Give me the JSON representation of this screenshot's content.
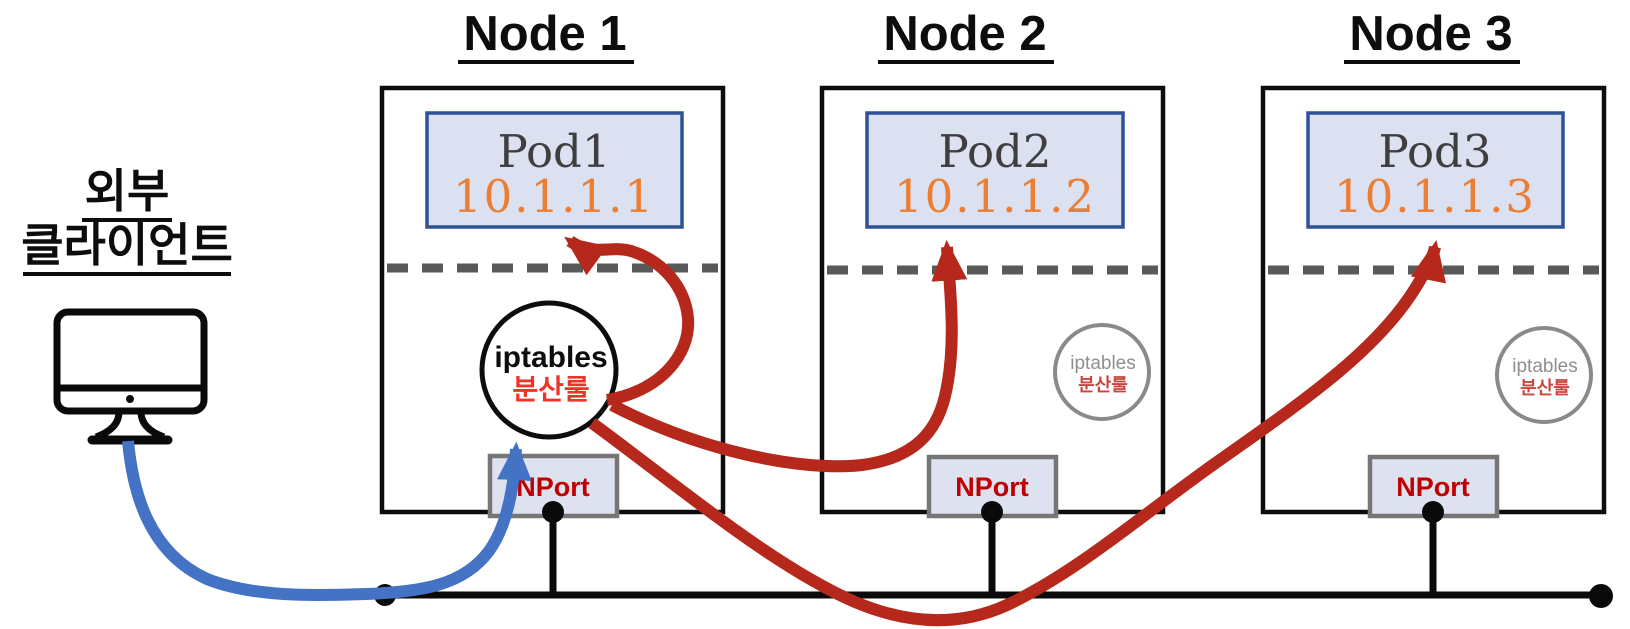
{
  "client": {
    "label_line1": "외부",
    "label_line2": "클라이언트"
  },
  "nodes": [
    {
      "title": "Node 1",
      "pod": {
        "name": "Pod1",
        "ip": "10.1.1.1"
      },
      "iptables_rule": {
        "line1": "iptables",
        "line2": "분산룰",
        "active": true
      },
      "nport_label": "NPort"
    },
    {
      "title": "Node 2",
      "pod": {
        "name": "Pod2",
        "ip": "10.1.1.2"
      },
      "iptables_rule": {
        "line1": "iptables",
        "line2": "분산룰",
        "active": false
      },
      "nport_label": "NPort"
    },
    {
      "title": "Node 3",
      "pod": {
        "name": "Pod3",
        "ip": "10.1.1.3"
      },
      "iptables_rule": {
        "line1": "iptables",
        "line2": "분산룰",
        "active": false
      },
      "nport_label": "NPort"
    }
  ],
  "colors": {
    "pod_fill": "#DBE1F1",
    "pod_border": "#2E5395",
    "pod_name_text": "#3F3F3F",
    "pod_ip_text": "#ED7D31",
    "nport_fill": "#DEE2F0",
    "nport_border": "#767676",
    "nport_text": "#C00000",
    "rule_red_active": "#F03228",
    "rule_red_muted": "#C7463E",
    "iptables_gray": "#8E8E8E",
    "dashed_divider": "#595959",
    "arrow_red": "#B5281B",
    "arrow_blue": "#4472C4",
    "line_black": "#0A0A0A"
  }
}
